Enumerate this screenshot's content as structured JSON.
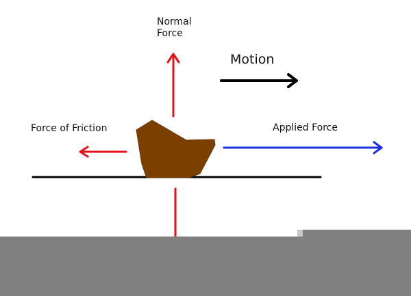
{
  "labels": {
    "normal_force_line1": "Normal",
    "normal_force_line2": "Force",
    "motion": "Motion",
    "friction": "Force of Friction",
    "applied": "Applied Force"
  },
  "colors": {
    "force_arrow": "#e8101a",
    "applied_arrow": "#1a2ee8",
    "motion_arrow": "#000000",
    "block": "#7b3f00",
    "ground": "#000000",
    "gray_band": "#808080"
  },
  "icons": {
    "block": "brown-block-object"
  }
}
